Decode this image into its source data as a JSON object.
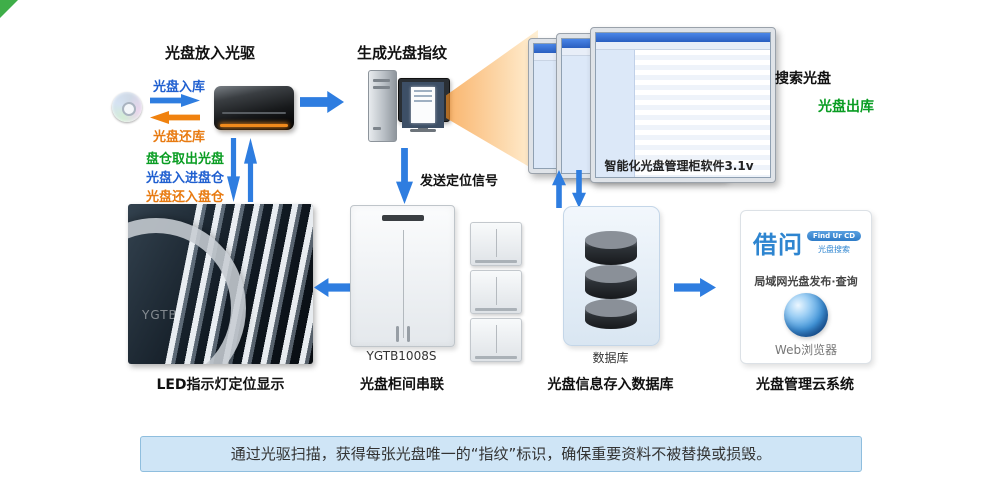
{
  "colors": {
    "arrow_blue": "#2e7de0",
    "arrow_orange": "#f0820f",
    "green_text": "#0a9d23",
    "blue_text": "#1f5fd0",
    "orange_text": "#e87a10",
    "brand_blue": "#2e85d0",
    "banner_bg": "#cfe5f6",
    "banner_border": "#8fbede"
  },
  "drive_section": {
    "title": "光盘放入光驱",
    "in_label": "光盘入库",
    "return_label": "光盘还库"
  },
  "fingerprint_section": {
    "title": "生成光盘指纹"
  },
  "software": {
    "caption": "智能化光盘管理柜软件3.1v"
  },
  "search_section": {
    "search_label": "搜索光盘",
    "out_label": "光盘出库"
  },
  "cabinet_ops": {
    "take_out": "盘仓取出光盘",
    "put_in": "光盘入进盘仓",
    "return_in": "光盘还入盘仓"
  },
  "signal": {
    "label": "发送定位信号"
  },
  "led": {
    "watermark": "YGTB",
    "caption": "LED指示灯定位显示"
  },
  "cabinet": {
    "model": "YGTB1008S",
    "caption": "光盘柜间串联"
  },
  "database": {
    "label": "数据库",
    "caption": "光盘信息存入数据库"
  },
  "cloud": {
    "brand": "借问",
    "badge": "Find Ur CD",
    "tagline": "光盘搜索",
    "desc": "局域网光盘发布·查询",
    "browser_label": "Web浏览器",
    "caption": "光盘管理云系统"
  },
  "banner": {
    "text": "通过光驱扫描，获得每张光盘唯一的“指纹”标识，确保重要资料不被替换或损毁。"
  }
}
